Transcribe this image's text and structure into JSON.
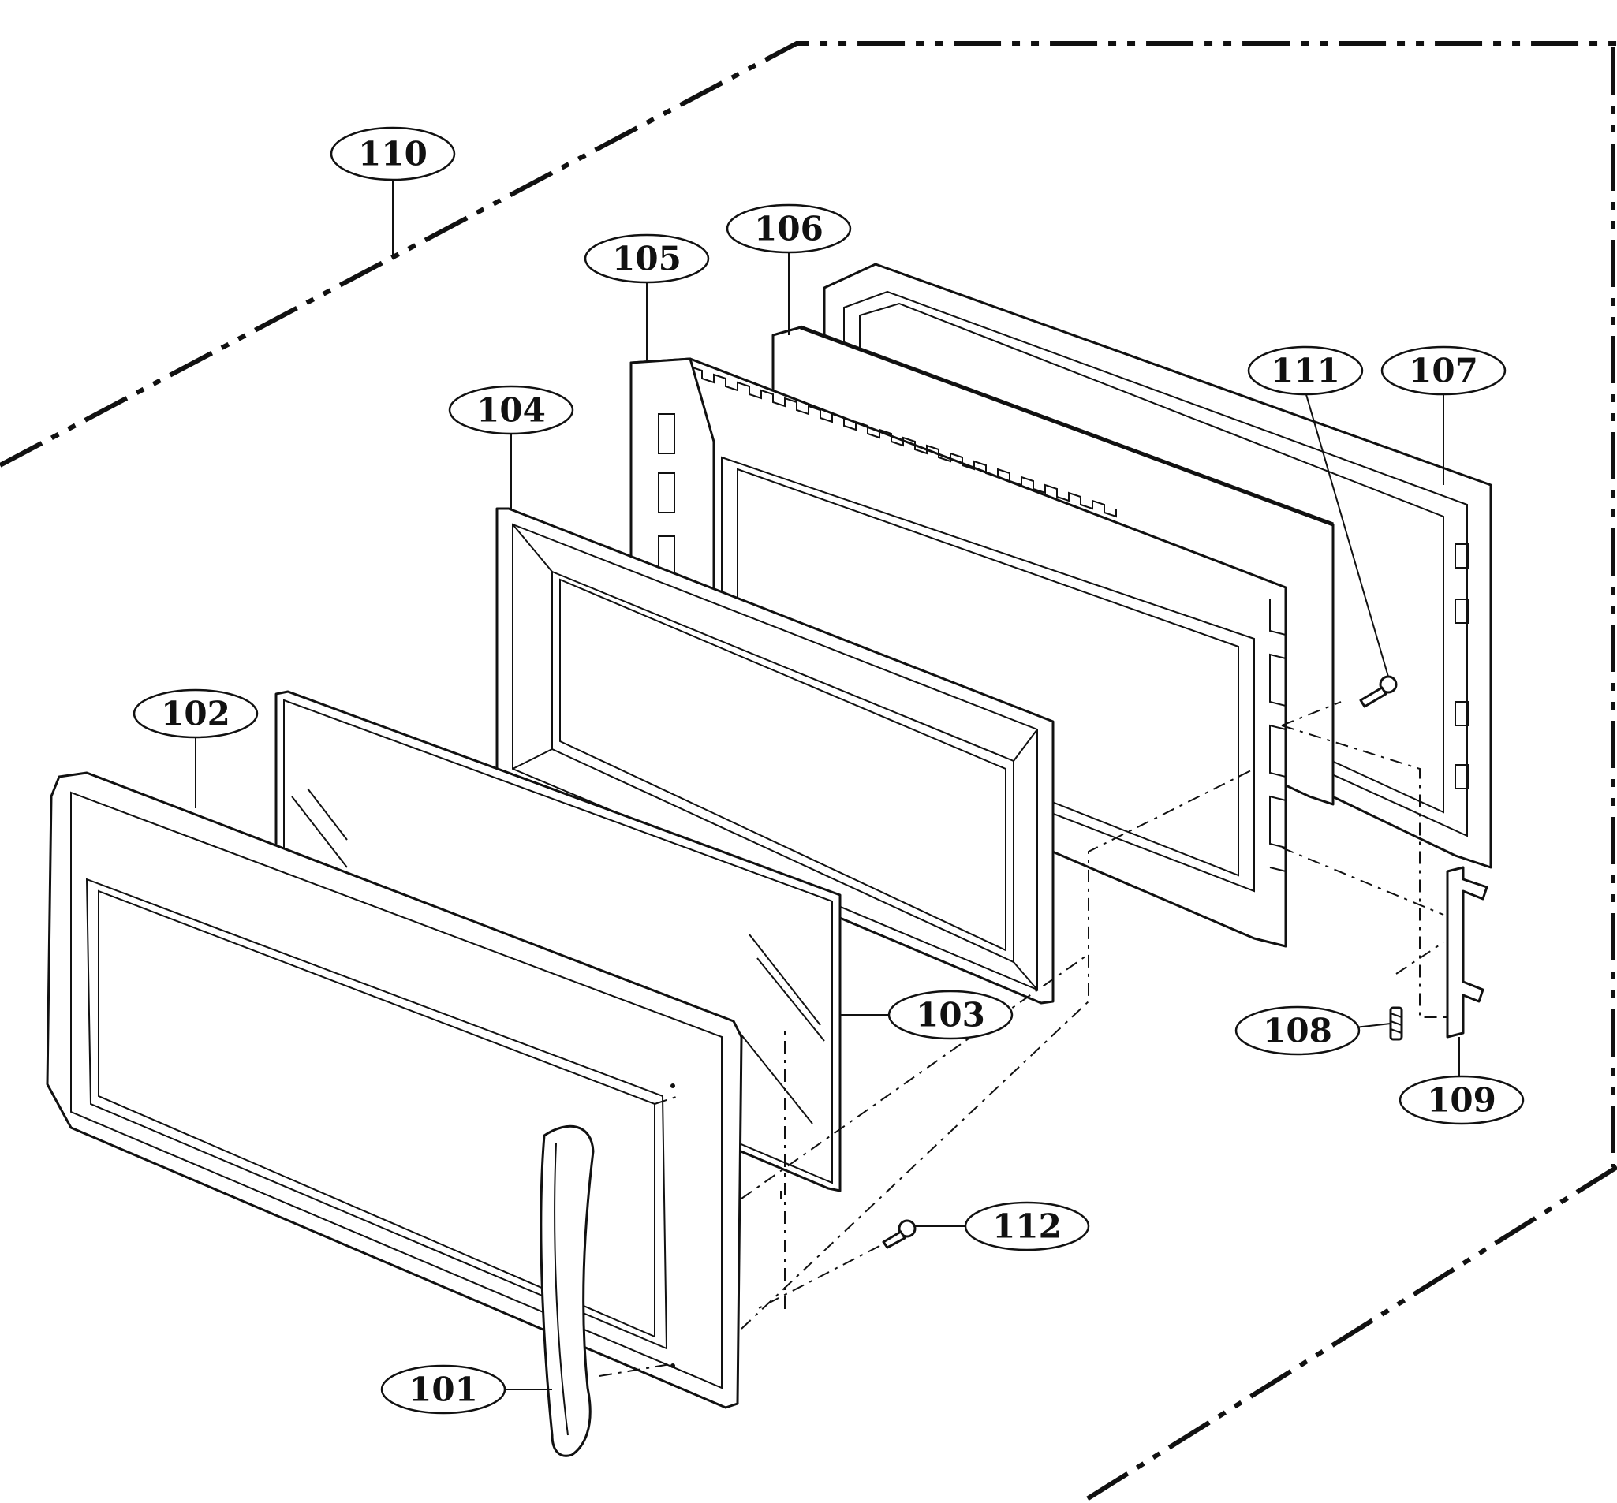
{
  "callouts": [
    {
      "id": "101",
      "text": "101"
    },
    {
      "id": "102",
      "text": "102"
    },
    {
      "id": "103",
      "text": "103"
    },
    {
      "id": "104",
      "text": "104"
    },
    {
      "id": "105",
      "text": "105"
    },
    {
      "id": "106",
      "text": "106"
    },
    {
      "id": "107",
      "text": "107"
    },
    {
      "id": "108",
      "text": "108"
    },
    {
      "id": "109",
      "text": "109"
    },
    {
      "id": "110",
      "text": "110"
    },
    {
      "id": "111",
      "text": "111"
    },
    {
      "id": "112",
      "text": "112"
    }
  ]
}
